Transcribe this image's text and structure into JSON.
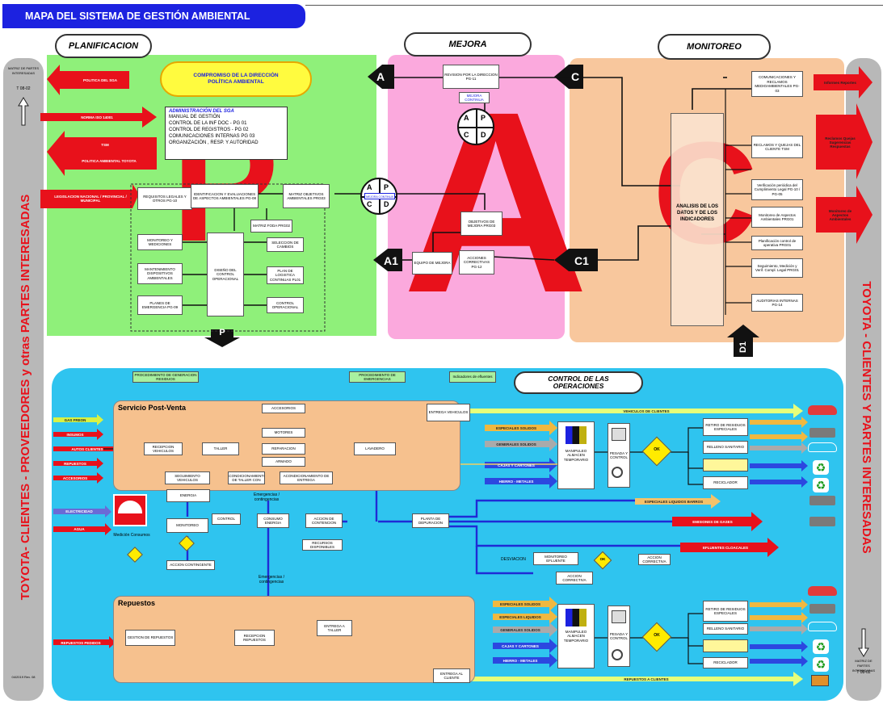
{
  "title": "MAPA DEL SISTEMA DE GESTIÓN AMBIENTAL",
  "sections": {
    "planificacion": "PLANIFICACION",
    "mejora": "MEJORA",
    "monitoreo": "MONITOREO",
    "control": "CONTROL DE LAS OPERACIONES"
  },
  "side": {
    "left": "TOYOTA- CLIENTES - PROVEEDORES y otras PARTES INTERESADAS",
    "right": "TOYOTA - CLIENTES Y PARTES INTERESADAS",
    "left_top": "MATRIZ DE PARTES INTERESADAS",
    "left_top_code": "T 08-02",
    "left_bottom": "04/2019 Rev. 08",
    "right_bottom": "MATRIZ DE PARTES INTERESADAS",
    "right_bottom_code": "T 08-02"
  },
  "plan": {
    "inputs": [
      "POLITICA DEL SGA",
      "NORMA ISO 14001",
      "TSM",
      "POLITICA AMBIENTAL TOYOTA",
      "LEGISLACION NACIONAL / PROVINCIAL / MUNICIPAL"
    ],
    "compromiso": "COMPROMISO DE LA DIRECCIÓN POLÍTICA AMBIENTAL",
    "admin_title": "ADMINISTRACIÓN DEL SGA",
    "admin_lines": [
      "MANUAL DE GESTIÓN",
      "CONTROL DE LA INF DOC - PG 01",
      "CONTROL DE REGISTROS - PG 02",
      "COMUNICACIONES INTERNAS PG 03",
      "ORGANIZACIÓN , RESP. Y AUTORIDAD"
    ],
    "boxes": {
      "req": "REQUISITOS LEGALES Y OTROS PG-10",
      "ident": "IDENTIFICACION Y EVALUACIONES DE ASPECTOS AMBIENTALES PG-08",
      "matriz": "MATRIZ OBJETIVOS AMBIENTALES PRG03",
      "foda": "MATRIZ FODA PRG02",
      "monit": "MONITOREO Y MEDICIONES",
      "mant": "MANTENIMIENTO DISPOSITIVOS AMBIENTALES",
      "planes": "PLANES DE EMERGENCIA PG-09",
      "diseno": "DISEÑO DEL CONTROL OPERACIONAL",
      "selec": "SELECCION DE CAMBIOS",
      "plan_log": "PLAN DE LOGISTICA CONTINUAS PL01",
      "control_op": "CONTROL OPERACIONAL"
    },
    "p_letter": "P"
  },
  "mejora": {
    "revision": "REVISION POR LA DIRECCION PG-11",
    "mejora_continua": "MEJORA CONTINUA",
    "objetivos": "OBJETIVOS DE MEJORA PRG03",
    "acciones": "ACCIONES CORRECTIVAS PG-12",
    "equipo": "EQUIPO DE MEJORA",
    "pdca": [
      "A",
      "P",
      "C",
      "D"
    ],
    "letter": "A"
  },
  "monitoreo": {
    "analisis": "ANALISIS DE LOS DATOS Y DE LOS INDICADORES",
    "items": [
      "COMUNICACIONES Y RECLAMOS MEDIOAMBIENTALES PG-03",
      "RECLAMOS Y QUEJAS DEL CLIENTE TSM",
      "Verificación periódica del Cumplimiento Legal PG-10 / PG-05",
      "Monitoreo de Aspectos Ambientales PRG01",
      "Planificación control de operativa PRG01",
      "Seguimiento, Medición y Verif. Compl. Legal PRG01",
      "AUDITORIAS INTERNAS PG-14"
    ],
    "outputs": [
      "Informes Reportes",
      "Reclamos Quejas Sugerencias Respuestas",
      "Monitoreo de Aspectos Ambientales"
    ],
    "letter": "C"
  },
  "markers": {
    "a": "A",
    "c": "C",
    "a1": "A1",
    "c1": "C1",
    "p": "P",
    "d1": "D1"
  },
  "control": {
    "top_boxes": [
      "PROCEDIMIENTO DE GENERACION RESIDUOS",
      "PROCEDIMIENTO DE EMERGENCIAS",
      "Indicadores de efluentes"
    ],
    "postventa": "Servicio Post-Venta",
    "repuestos_title": "Repuestos",
    "inputs": [
      "GAS FREON",
      "INSUMOS",
      "AUTOS CLIENTES",
      "REPUESTOS",
      "ACCESORIOS"
    ],
    "inputs2": [
      "ELECTRICIDAD",
      "AGUA"
    ],
    "input3": "REPUESTOS PEDIDOS",
    "pv_boxes": [
      "RECEPCION VEHICULOS",
      "TALLER",
      "ACCESORIOS",
      "MOTORES",
      "REPARACION",
      "ARMADO",
      "LAVADERO",
      "ENTREGA VEHICULOS",
      "SEGUIMIENTO VEHICULOS",
      "ACONDICIONAMIENTO DE TALLER CON",
      "ACONDICIONAMIENTO DE ENTREGA"
    ],
    "waste": [
      "ESPECIALES SOLIDOS",
      "GENERALES SOLIDOS",
      "CAJAS Y CARTONES",
      "HIERRO - METALES"
    ],
    "waste_r": [
      "ESPECIALES SOLIDOS",
      "ESPECIALES LIQUIDOS",
      "GENERALES SOLIDOS",
      "CAJAS Y CARTONES",
      "HIERRO - METALES"
    ],
    "proc": [
      "MANIPULEO ALMACEN TEMPORARIO",
      "PESADA Y CONTROL",
      "OK",
      "RETIRO DE RESIDUOS ESPECIALES",
      "RELLENO SANITARIO",
      "RECICLADOR"
    ],
    "outputs": [
      "VEHICULOS DE CLIENTES",
      "ESPECIALES LIQUIDOS BARROS",
      "EMISIONES DE GASES",
      "EFLUENTES CLOACALES",
      "REPUESTOS A CLIENTES"
    ],
    "mid": [
      "ENERGIA",
      "MONITOREO",
      "CONTROL",
      "CONSUMO ENERGIA",
      "ACCION DE CONTENCION",
      "PLANTA DE DEPURACION",
      "MONITOREO EFLUENTE",
      "ACCION CORRECTIVA",
      "Emergencias / contingencias",
      "DESVIACION",
      "OK",
      "ACCION CORRECTIVA",
      "RECURSOS DISPONIBLES",
      "ACCION CONTINGENTE",
      "Medición Consumos"
    ],
    "rep_boxes": [
      "GESTION DE REPUESTOS",
      "RECEPCION REPUESTOS",
      "ENTREGA A TALLER",
      "ENTREGA AL CLIENTE"
    ]
  },
  "colors": {
    "green": "#8ff07a",
    "pink": "#fba9dd",
    "peach": "#f8c79d",
    "cyan": "#2fc4ef",
    "orange_box": "#f6c18e",
    "red": "#e8111b",
    "blue": "#1f2bd6",
    "gray": "#b8b8b8",
    "title_bg": "#1c22e0"
  }
}
